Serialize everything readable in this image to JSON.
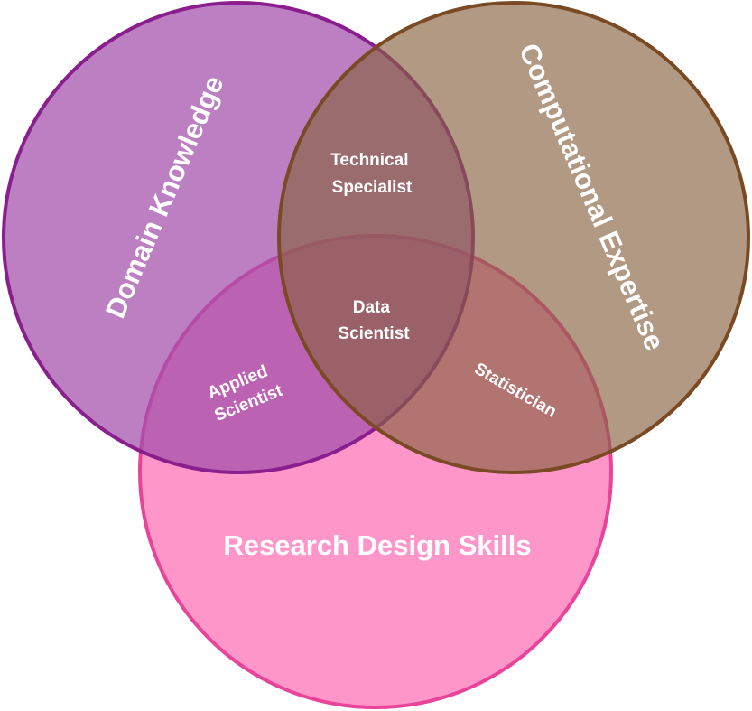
{
  "diagram": {
    "sets": [
      {
        "id": "domain",
        "label": "Domain Knowledge",
        "fill": "#B679BC",
        "stroke": "#8B1E8E"
      },
      {
        "id": "computational",
        "label": "Computational Expertise",
        "fill": "#A38567",
        "stroke": "#7A4A24"
      },
      {
        "id": "research",
        "label": "Research Design Skills",
        "fill": "#FF7FBE",
        "stroke": "#E8449A"
      }
    ],
    "intersections": {
      "technical_specialist": [
        "Technical",
        "Specialist"
      ],
      "applied_scientist": [
        "Applied",
        "Scientist"
      ],
      "statistician": [
        "Statistician"
      ],
      "data_scientist": [
        "Data",
        "Scientist"
      ]
    }
  }
}
